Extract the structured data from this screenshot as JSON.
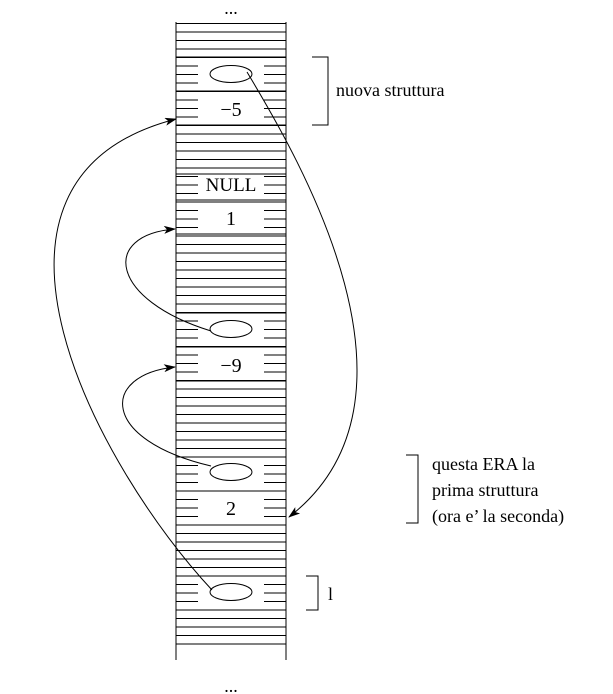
{
  "top_ellipsis": "...",
  "bottom_ellipsis": "...",
  "cells": {
    "neg5": "−5",
    "null": "NULL",
    "one": "1",
    "neg9": "−9",
    "two": "2"
  },
  "annotations": {
    "new_struct": "nuova struttura",
    "old_struct_line1": "questa ERA la",
    "old_struct_line2": "prima struttura",
    "old_struct_line3": "(ora e’ la seconda)",
    "list_var": "l"
  }
}
